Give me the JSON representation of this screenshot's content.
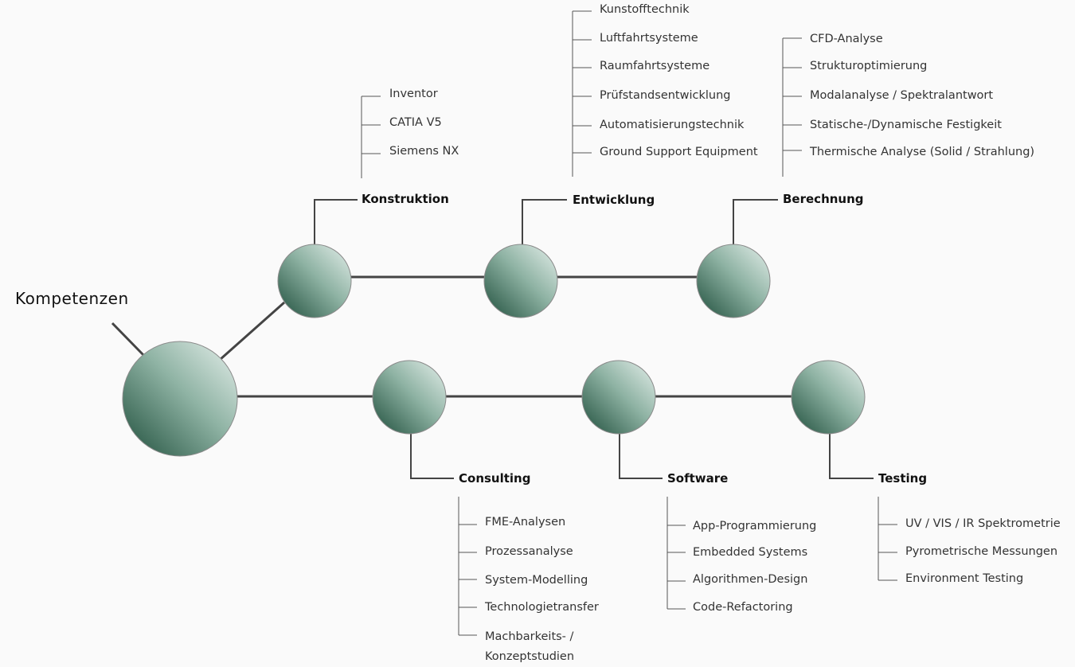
{
  "title": "Kompetenzen",
  "categories": {
    "konstruktion": {
      "label": "Konstruktion",
      "items": [
        "Inventor",
        "CATIA V5",
        "Siemens NX"
      ]
    },
    "entwicklung": {
      "label": "Entwicklung",
      "items": [
        "Kunstofftechnik",
        "Luftfahrtsysteme",
        "Raumfahrtsysteme",
        "Prüfstandsentwicklung",
        "Automatisierungstechnik",
        "Ground Support Equipment"
      ]
    },
    "berechnung": {
      "label": "Berechnung",
      "items": [
        "CFD-Analyse",
        "Strukturoptimierung",
        "Modalanalyse / Spektralantwort",
        "Statische-/Dynamische Festigkeit",
        "Thermische Analyse (Solid / Strahlung)"
      ]
    },
    "consulting": {
      "label": "Consulting",
      "items": [
        "FME-Analysen",
        "Prozessanalyse",
        "System-Modelling",
        "Technologietransfer",
        "Machbarkeits- /",
        "Konzeptstudien"
      ]
    },
    "software": {
      "label": "Software",
      "items": [
        "App-Programmierung",
        "Embedded Systems",
        "Algorithmen-Design",
        "Code-Refactoring"
      ]
    },
    "testing": {
      "label": "Testing",
      "items": [
        "UV / VIS / IR Spektrometrie",
        "Pyrometrische Messungen",
        "Environment Testing"
      ]
    }
  },
  "colors": {
    "node_dark": "#2f5e4b",
    "node_light": "#e6f0ec",
    "line": "#444444"
  }
}
